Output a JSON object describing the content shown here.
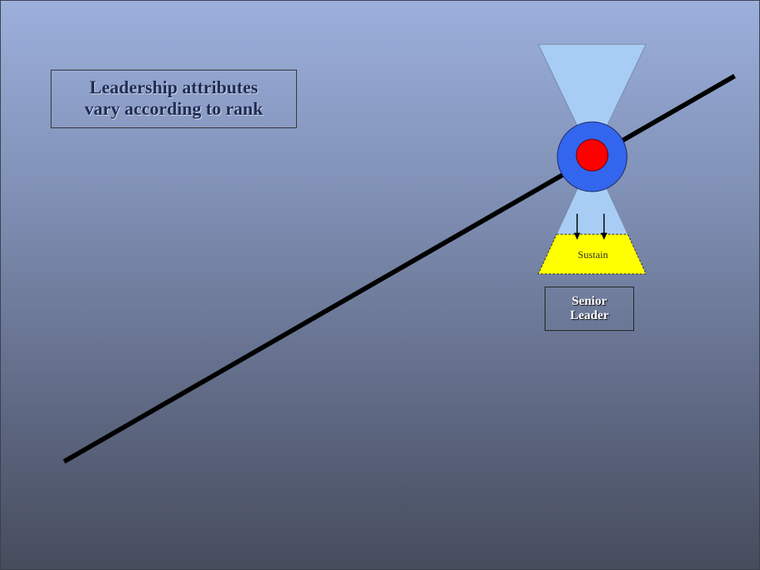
{
  "title": {
    "line1": "Leadership attributes",
    "line2": "vary according to rank"
  },
  "hourglass": {
    "sustain_label": "Sustain",
    "colors": {
      "funnel": "#a8cdf5",
      "sustain_fill": "#ffff00",
      "ring": "#3366ee",
      "core": "#ff0000",
      "line": "#000000"
    }
  },
  "rank_label": {
    "line1": "Senior",
    "line2": "Leader"
  }
}
